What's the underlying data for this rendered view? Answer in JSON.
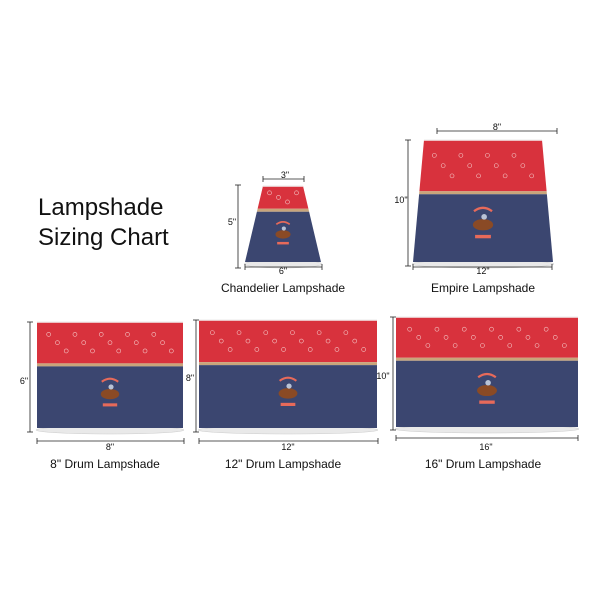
{
  "title": {
    "line1": "Lampshade",
    "line2": "Sizing Chart"
  },
  "colors": {
    "red": "#d8323d",
    "navy": "#3b4670",
    "tan": "#c8a57b",
    "base": "#e9e9e9"
  },
  "shades": [
    {
      "id": "chandelier",
      "label": "Chandelier Lampshade",
      "top_dim": "3\"",
      "bottom_dim": "6\"",
      "height_dim": "5\""
    },
    {
      "id": "empire",
      "label": "Empire Lampshade",
      "top_dim": "8\"",
      "bottom_dim": "12\"",
      "height_dim": "10\""
    },
    {
      "id": "drum8",
      "label": "8\" Drum Lampshade",
      "bottom_dim": "8\"",
      "height_dim": "6\""
    },
    {
      "id": "drum12",
      "label": "12\" Drum Lampshade",
      "bottom_dim": "12\"",
      "height_dim": "8\""
    },
    {
      "id": "drum16",
      "label": "16\" Drum Lampshade",
      "bottom_dim": "16\"",
      "height_dim": "10\""
    }
  ]
}
